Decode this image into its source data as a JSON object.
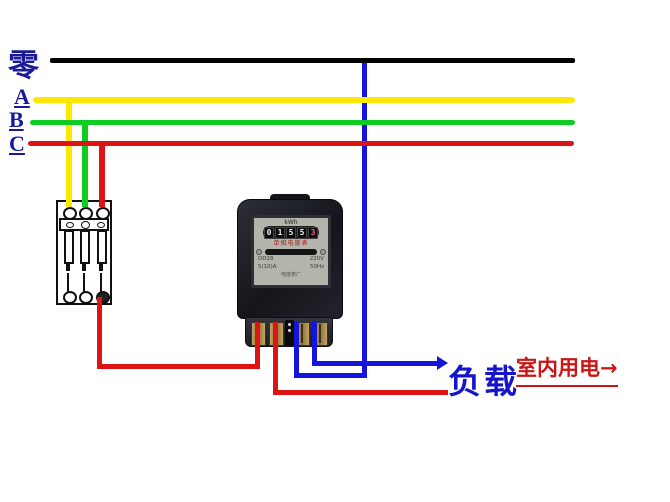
{
  "labels": {
    "neutral_wire": "零",
    "phase_a": "A",
    "phase_b": "B",
    "phase_c": "C",
    "load": "负载",
    "indoor_use": "室内用电→"
  },
  "meter": {
    "unit_label": "kWh",
    "register_digits": [
      "0",
      "1",
      "5",
      "5",
      "3"
    ],
    "type_label": "单相电度表",
    "spec_left_1": "DD28",
    "spec_right_1": "220V",
    "spec_left_2": "5(10)A",
    "spec_right_2": "50Hz",
    "maker_line": "电度表厂"
  },
  "colors": {
    "neutral_line": "#000000",
    "phase_a_line": "#ffe800",
    "phase_b_line": "#0fcc22",
    "phase_c_line": "#dd1414",
    "neutral_blue_wire": "#1414dd",
    "label_navy": "#1a1a99",
    "load_label_blue": "#1414cc",
    "indoor_text_red": "#cc1414"
  }
}
